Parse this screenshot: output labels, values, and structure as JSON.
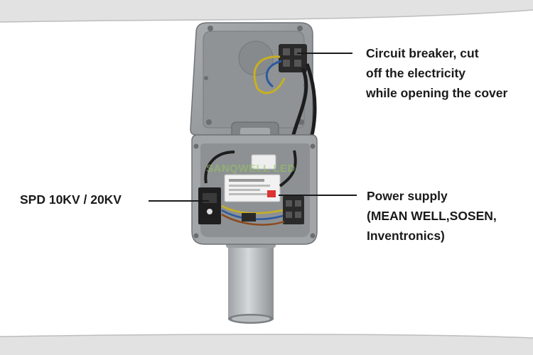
{
  "colors": {
    "background": "#ffffff",
    "band": "#dcdcdc",
    "housing": "#9a9ea1",
    "housing_dark": "#6f7377",
    "leader_line": "#1a1a1a",
    "text": "#1a1a1a",
    "watermark": "#96c85a"
  },
  "watermark": "SANQWELL LED",
  "callouts": {
    "circuit_breaker": {
      "lines": [
        "Circuit breaker,  cut",
        "off the electricity",
        "while opening the cover"
      ]
    },
    "power_supply": {
      "lines": [
        "Power supply",
        "(MEAN WELL,SOSEN,",
        "Inventronics)"
      ]
    },
    "spd": {
      "lines": [
        "SPD 10KV / 20KV"
      ]
    }
  }
}
